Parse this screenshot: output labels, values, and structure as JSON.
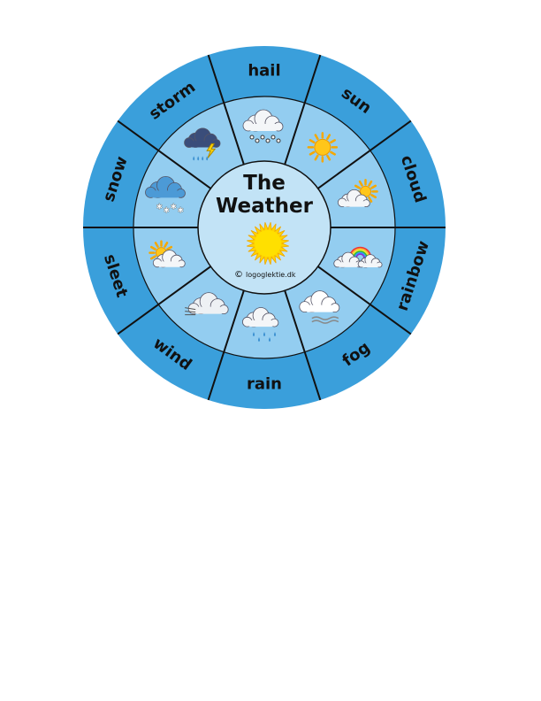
{
  "title_line1": "The",
  "title_line2": "Weather",
  "credit": "logoglektie.dk",
  "colors": {
    "outer": "#3a9fdb",
    "middle": "#93cdf0",
    "inner": "#c2e3f6",
    "line": "#111111"
  },
  "segments": [
    {
      "label": "hail",
      "icon": "hail-cloud-icon"
    },
    {
      "label": "sun",
      "icon": "sun-icon"
    },
    {
      "label": "cloud",
      "icon": "sun-behind-cloud-icon"
    },
    {
      "label": "rainbow",
      "icon": "rainbow-cloud-icon"
    },
    {
      "label": "fog",
      "icon": "fog-cloud-icon"
    },
    {
      "label": "rain",
      "icon": "rain-cloud-icon"
    },
    {
      "label": "wind",
      "icon": "wind-cloud-icon"
    },
    {
      "label": "sleet",
      "icon": "sleet-cloud-icon"
    },
    {
      "label": "snow",
      "icon": "snow-cloud-icon"
    },
    {
      "label": "storm",
      "icon": "storm-cloud-icon"
    }
  ]
}
